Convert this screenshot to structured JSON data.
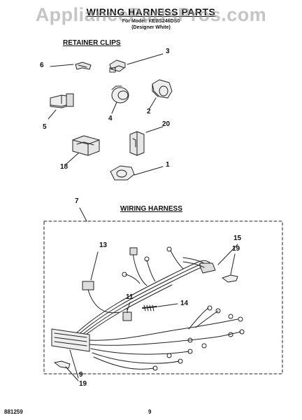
{
  "header": {
    "title": "WIRING HARNESS PARTS",
    "model_line": "For Model: KEBS246DS0",
    "finish_line": "(Designer White)",
    "watermark": "AppliancePartsPros.com"
  },
  "sections": {
    "retainer_clips": "RETAINER CLIPS",
    "wiring_harness": "WIRING HARNESS"
  },
  "callouts": {
    "c1": "1",
    "c2": "2",
    "c3": "3",
    "c4": "4",
    "c5": "5",
    "c6": "6",
    "c18": "18",
    "c20": "20",
    "c7": "7",
    "c13": "13",
    "c15": "15",
    "c19a": "19",
    "c11": "11",
    "c14": "14",
    "c9": "9",
    "c19b": "19"
  },
  "footer": {
    "doc_number": "881259",
    "page": "9"
  }
}
